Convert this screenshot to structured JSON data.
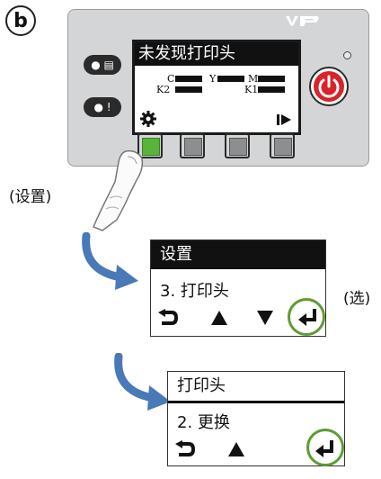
{
  "step_label": "b",
  "brand_logo": "vp-logo",
  "device": {
    "left_buttons": [
      {
        "icon": "printer-icon",
        "glyph": "●🖶"
      },
      {
        "icon": "alert-icon",
        "glyph": "●!"
      }
    ],
    "lcd": {
      "title": "未发现打印头",
      "inks": [
        {
          "label": "C"
        },
        {
          "label": "Y"
        },
        {
          "label": "M"
        },
        {
          "label": "K2"
        },
        {
          "label": "K1"
        }
      ],
      "left_icon": "gear-icon",
      "right_icon": "play-step-icon"
    },
    "power_icon": "power-icon",
    "soft_keys": 4,
    "active_key_index": 0
  },
  "press_label": "(设置)",
  "menu1": {
    "title": "设置",
    "item": "3. 打印头",
    "nav": [
      "back-icon",
      "up-icon",
      "down-icon",
      "enter-icon"
    ],
    "note": "(选)"
  },
  "menu2": {
    "title": "打印头",
    "item": "2. 更换",
    "nav": [
      "back-icon",
      "up-icon",
      "enter-icon"
    ]
  },
  "colors": {
    "highlight_ring": "#5f9b33",
    "active_key": "#59b43a",
    "arrow": "#4a79b7",
    "power": "#d8232a"
  }
}
